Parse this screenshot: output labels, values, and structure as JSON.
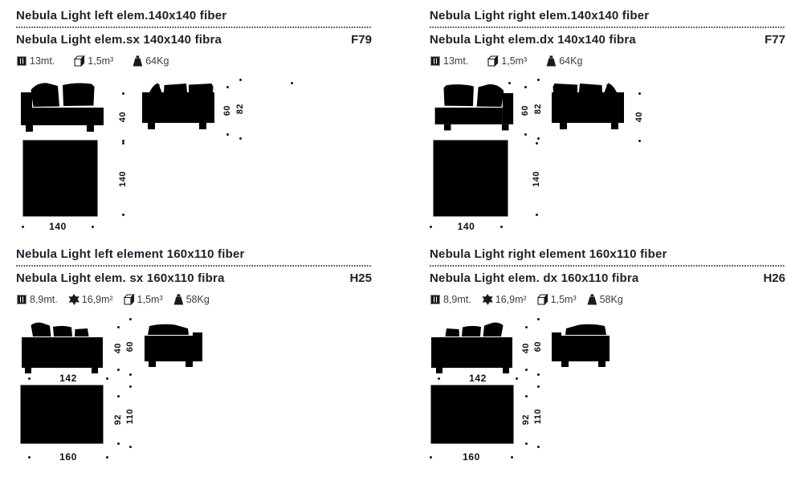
{
  "panels": [
    {
      "title_en": "Nebula Light left elem.140x140 fiber",
      "title_it": "Nebula Light elem.sx 140x140 fibra",
      "code": "F79",
      "specs": [
        {
          "icon": "fabric-swatch-icon",
          "value": "13mt."
        },
        {
          "icon": "volume-cube-icon",
          "value": "1,5m³"
        },
        {
          "icon": "weight-icon",
          "value": "64Kg"
        }
      ],
      "dims": {
        "seat_height": "40",
        "back_height": "60",
        "total_height": "82",
        "depth": "140",
        "width": "140"
      }
    },
    {
      "title_en": "Nebula Light right elem.140x140 fiber",
      "title_it": "Nebula Light elem.dx 140x140 fibra",
      "code": "F77",
      "specs": [
        {
          "icon": "fabric-swatch-icon",
          "value": "13mt."
        },
        {
          "icon": "volume-cube-icon",
          "value": "1,5m³"
        },
        {
          "icon": "weight-icon",
          "value": "64Kg"
        }
      ],
      "dims": {
        "seat_height": "40",
        "back_height": "60",
        "total_height": "82",
        "depth": "140",
        "width": "140"
      }
    },
    {
      "title_en": "Nebula Light left element 160x110 fiber",
      "title_it": "Nebula Light elem. sx 160x110 fibra",
      "code": "H25",
      "specs": [
        {
          "icon": "fabric-swatch-icon",
          "value": "8,9mt."
        },
        {
          "icon": "leather-hide-icon",
          "value": "16,9m²"
        },
        {
          "icon": "volume-cube-icon",
          "value": "1,5m³"
        },
        {
          "icon": "weight-icon",
          "value": "58Kg"
        }
      ],
      "dims": {
        "front_width": "142",
        "seat_height": "40",
        "back_height": "60",
        "chaise_depth": "92",
        "depth": "110",
        "width": "160"
      }
    },
    {
      "title_en": "Nebula Light right element 160x110 fiber",
      "title_it": "Nebula Light elem. dx 160x110 fibra",
      "code": "H26",
      "specs": [
        {
          "icon": "fabric-swatch-icon",
          "value": "8,9mt."
        },
        {
          "icon": "leather-hide-icon",
          "value": "16,9m²"
        },
        {
          "icon": "volume-cube-icon",
          "value": "1,5m³"
        },
        {
          "icon": "weight-icon",
          "value": "58Kg"
        }
      ],
      "dims": {
        "front_width": "142",
        "seat_height": "40",
        "back_height": "60",
        "chaise_depth": "92",
        "depth": "110",
        "width": "160"
      }
    }
  ]
}
